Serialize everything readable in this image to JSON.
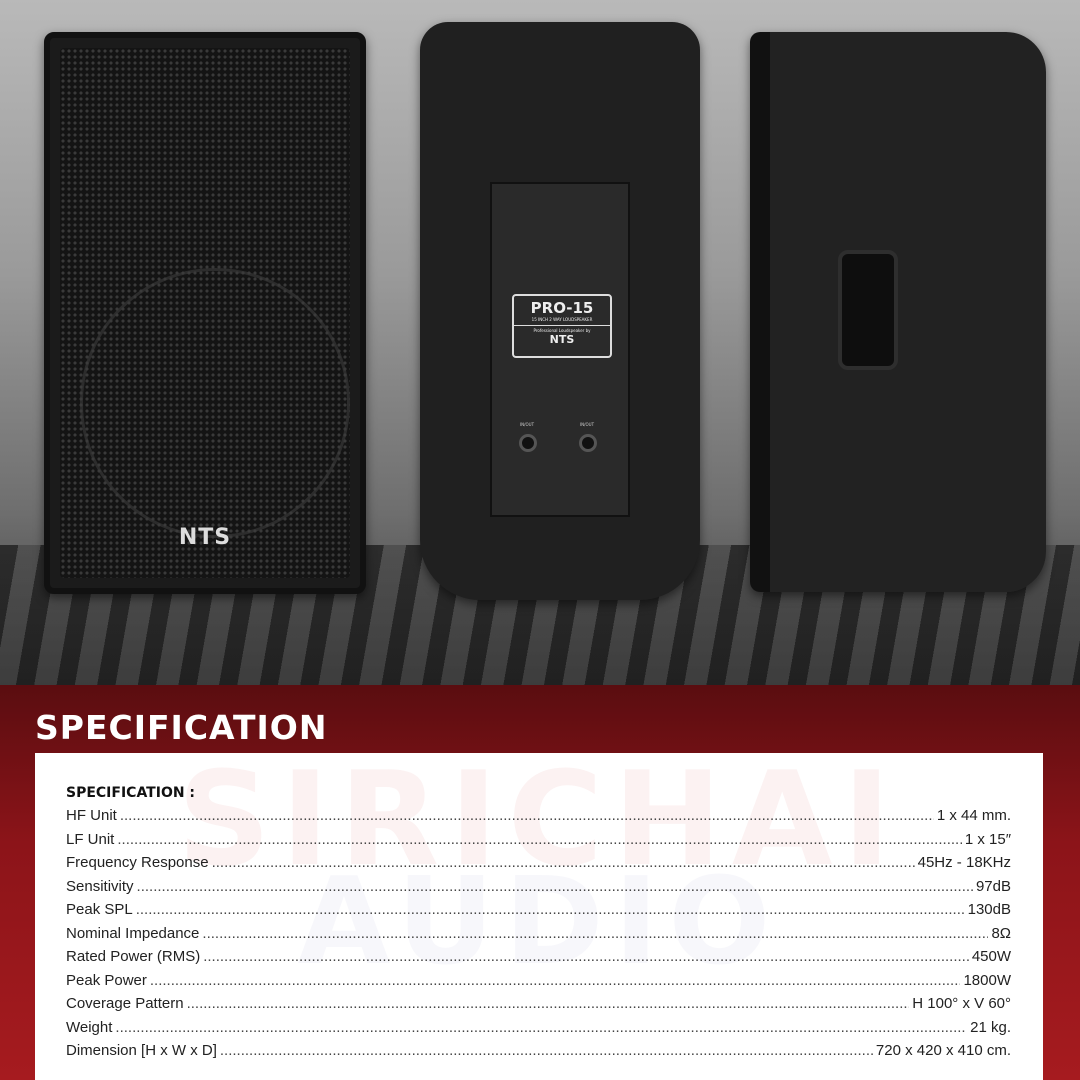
{
  "brand": {
    "logo": "NTS",
    "watermark": [
      "SIRICHAI",
      "AUDIO"
    ]
  },
  "back_badge": {
    "model": "PRO-15",
    "subtitle": "15 INCH 2 WAY LOUDSPEAKER",
    "maker_line": "Professional Loudspeaker by",
    "maker": "NTS",
    "jack_labels": [
      "IN/OUT",
      "IN/OUT"
    ]
  },
  "section_title": "SPECIFICATION",
  "spec_heading": "SPECIFICATION :",
  "specs": [
    {
      "label": "HF Unit",
      "value": "1 x 44 mm."
    },
    {
      "label": "LF Unit",
      "value": "1 x 15″"
    },
    {
      "label": "Frequency Response",
      "value": "45Hz - 18KHz"
    },
    {
      "label": "Sensitivity",
      "value": "97dB"
    },
    {
      "label": "Peak SPL",
      "value": "130dB"
    },
    {
      "label": "Nominal Impedance",
      "value": "8Ω"
    },
    {
      "label": "Rated Power (RMS)",
      "value": "450W"
    },
    {
      "label": "Peak Power",
      "value": "1800W"
    },
    {
      "label": "Coverage Pattern",
      "value": "H 100° x V 60°"
    },
    {
      "label": "Weight",
      "value": "21 kg."
    },
    {
      "label": "Dimension [H x W x D]",
      "value": "720 x 420 x 410 cm."
    }
  ]
}
